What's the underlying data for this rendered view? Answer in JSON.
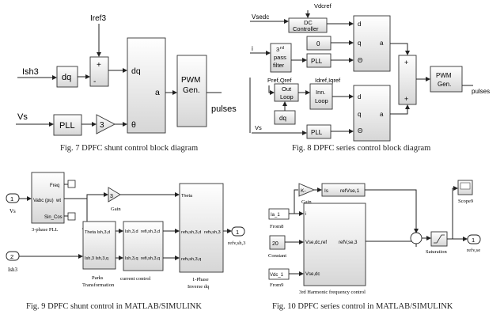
{
  "fig7": {
    "caption": "Fig. 7 DPFC shunt control block diagram",
    "in_ish": "Ish3",
    "in_vs": "Vs",
    "in_iref": "Iref3",
    "dq": "dq",
    "plus": "+",
    "minus": "-",
    "pll": "PLL",
    "gain": "3",
    "big_dq": "dq",
    "big_a": "a",
    "big_theta": "θ",
    "pwm1": "PWM",
    "pwm2": "Gen.",
    "out": "pulses"
  },
  "fig8": {
    "caption": "Fig. 8 DPFC series control block diagram",
    "in_vsedc": "Vsedc",
    "in_vdcref": "Vdcref",
    "dc1": "DC",
    "dc2": "Controller",
    "in_i": "i",
    "f1": "3",
    "f1s": "rd",
    "f2": "pass",
    "f3": "filter",
    "zero": "0",
    "pll": "PLL",
    "mux1_d": "d",
    "mux1_q": "q",
    "mux1_a": "a",
    "mux1_t": "Θ",
    "in_pq": "Pref,Qref",
    "in_idq": "Idref,Iqref",
    "out1": "Out",
    "out2": "Loop",
    "inn1": "Inn.",
    "inn2": "Loop",
    "dq": "dq",
    "in_vs": "Vs",
    "pll2": "PLL",
    "mux2_d": "d",
    "mux2_q": "q",
    "mux2_a": "a",
    "mux2_t": "Θ",
    "plus1": "+",
    "plus2": "+",
    "pwm1": "PWM",
    "pwm2": "Gen.",
    "out": "pulses"
  },
  "fig9": {
    "caption": "Fig. 9 DPFC shunt control in MATLAB/SIMULINK",
    "port1": "1",
    "vs": "Vs",
    "port2": "2",
    "ish": "Ish3",
    "freq": "Freq",
    "vabc": "Vabc (pu)",
    "wt": "wt",
    "sincos": "Sin_Cos",
    "pll_label": "3-phase PLL",
    "gain_val": "3",
    "gain_label": "Gain",
    "pt1": "Theta Ish,3,d",
    "pt2": "Ish,3 Ish,3,q",
    "pt_label1": "Parks",
    "pt_label2": "Transformation",
    "cc1": "Ish,3,d",
    "cc2": "refi,sh,3,d",
    "cc3": "Ish,3,q",
    "cc4": "refi,sh,3,q",
    "cc_label": "current control",
    "inv_theta": "Theta",
    "inv1": "refv,sh,3,d",
    "inv2": "refv,sh,3",
    "inv3": "refv,sh,3,q",
    "inv_label1": "1-Phase",
    "inv_label2": "Inverse dq",
    "out_port": "1",
    "out_label1": "refv,sh,3"
  },
  "fig10": {
    "caption": "Fig. 10 DPFC series control in MATLAB/SIMULINK",
    "gain_val": "K-",
    "gain_label": "Gain",
    "g_in": "Is",
    "g_out": "refVse,1",
    "from8": "From8",
    "from8_tag": "Ia_1",
    "const": "Constant",
    "const_val": "20",
    "from9": "From9",
    "from9_tag": "Vdc_1",
    "sub_i": "i",
    "sub_dcref": "Vse,dc,ref",
    "sub_vsedc": "Vse,dc",
    "sub_out": "refV,se,3",
    "sub_label": "3rd Harmonic frequency control",
    "scope": "Scope9",
    "sat": "Saturation",
    "out_port": "1",
    "out_label": "refv,se"
  }
}
